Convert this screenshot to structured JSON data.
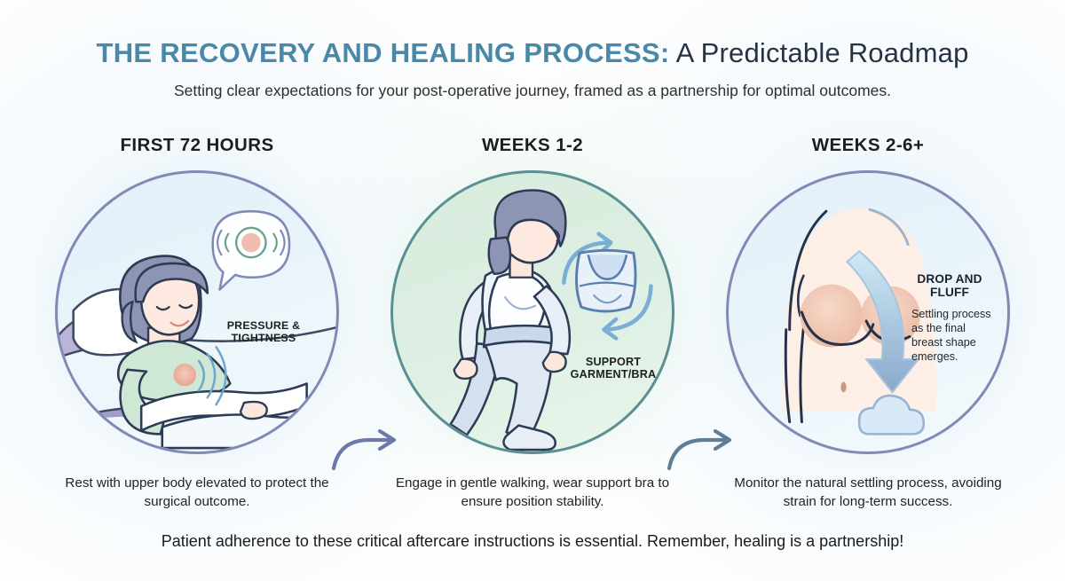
{
  "header": {
    "title_main": "THE RECOVERY AND HEALING PROCESS:",
    "title_sub": " A Predictable Roadmap",
    "subtitle": "Setting clear expectations for your post-operative journey, framed as a partnership for optimal outcomes."
  },
  "colors": {
    "title_accent": "#4a88a8",
    "title_dark": "#253342",
    "ring_blue": "#8289b5",
    "ring_green": "#5b8f94",
    "arrow": "#6d79a8",
    "skin": "#fbe7dc",
    "garment_blue": "#c9daee"
  },
  "stages": [
    {
      "title": "FIRST 72 HOURS",
      "inline_label": "PRESSURE & TIGHTNESS",
      "caption": "Rest with upper body elevated to protect the surgical outcome.",
      "scene": "woman-resting-in-hospital-bed"
    },
    {
      "title": "WEEKS 1-2",
      "inline_label": "SUPPORT GARMENT/BRA",
      "caption": "Engage in gentle walking, wear support bra to ensure position stability.",
      "scene": "woman-walking-wearing-support-bra"
    },
    {
      "title": "WEEKS 2-6+",
      "inline_label": "DROP AND FLUFF",
      "inline_sublabel": "Settling process as the final breast shape emerges.",
      "caption": "Monitor the natural settling process, avoiding strain for long-term success.",
      "scene": "torso-settling-with-downward-arrow"
    }
  ],
  "footer": {
    "text": "Patient adherence to these critical aftercare instructions is essential. Remember, healing is a partnership!"
  }
}
